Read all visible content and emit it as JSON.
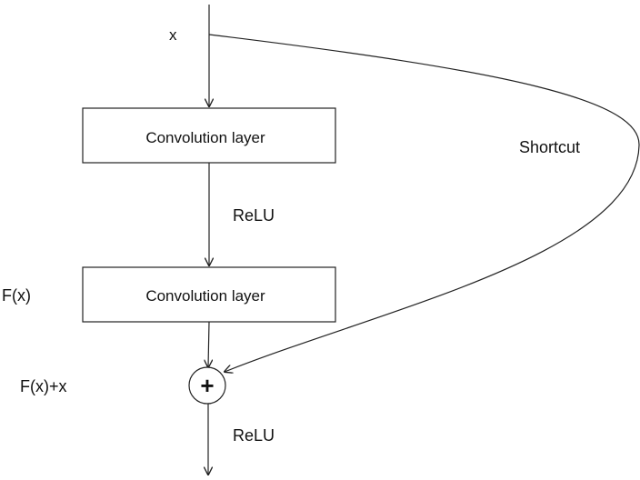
{
  "input": {
    "label": "x"
  },
  "blocks": [
    {
      "label": "Convolution layer"
    },
    {
      "label": "Convolution layer"
    }
  ],
  "labels": {
    "relu_mid": "ReLU",
    "relu_out": "ReLU",
    "shortcut": "Shortcut",
    "fx": "F(x)",
    "fx_plus_x": "F(x)+x"
  },
  "sum_node": {
    "symbol": "+"
  }
}
